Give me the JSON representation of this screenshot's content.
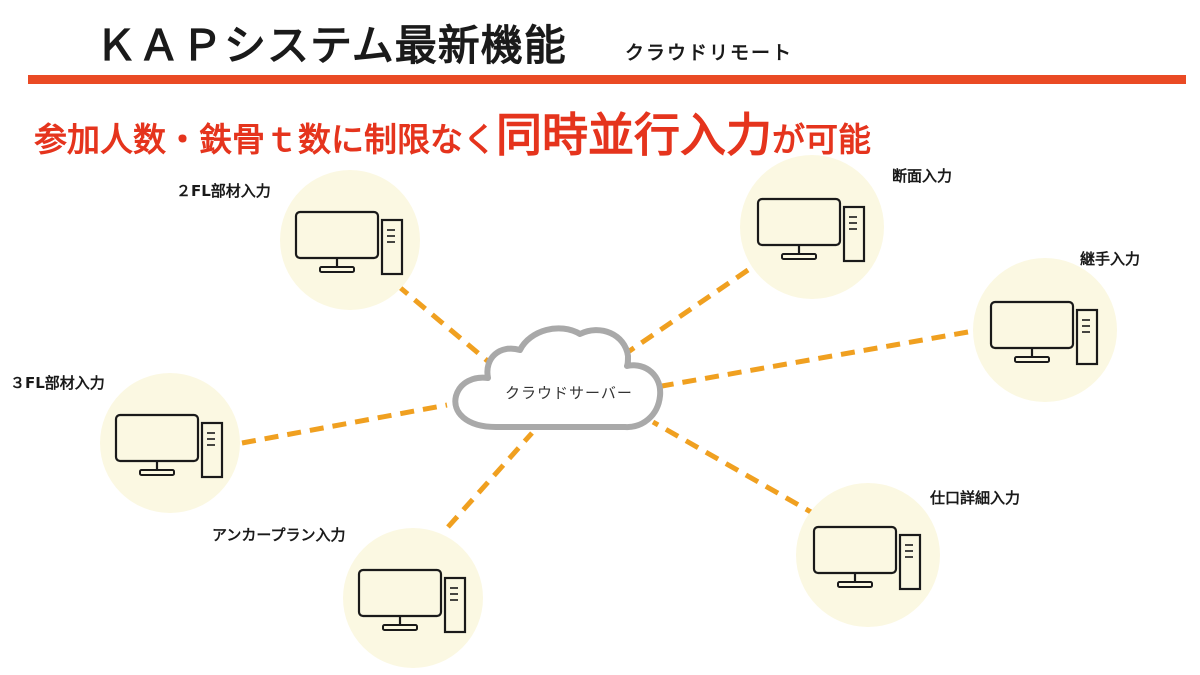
{
  "header": {
    "title": "ＫＡＰシステム最新機能",
    "subtitle": "クラウドリモート"
  },
  "headline": {
    "part1": "参加人数・鉄骨ｔ数に制限なく",
    "part2": "同時並行入力",
    "part3": "が可能"
  },
  "cloud": {
    "label": "クラウドサーバー"
  },
  "nodes": [
    {
      "id": "2fl",
      "label": "２FL部材入力"
    },
    {
      "id": "3fl",
      "label": "３FL部材入力"
    },
    {
      "id": "anchor",
      "label": "アンカープラン入力"
    },
    {
      "id": "section",
      "label": "断面入力"
    },
    {
      "id": "joint",
      "label": "継手入力"
    },
    {
      "id": "finish",
      "label": "仕口詳細入力"
    }
  ],
  "colors": {
    "accent": "#ea4a24",
    "headline": "#e5341d",
    "connector": "#f0a020",
    "node_glow": "#fbf8e2",
    "cloud_stroke": "#a9a9a9"
  }
}
